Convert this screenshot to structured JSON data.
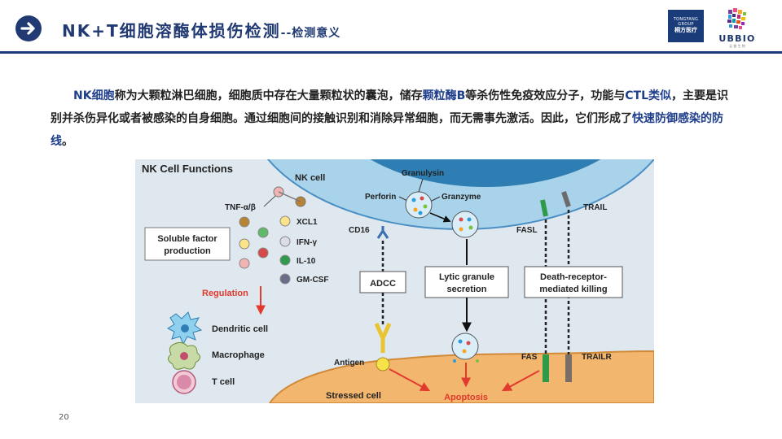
{
  "header": {
    "title": "NK+T细胞溶酶体损伤检测",
    "subtitle": "--检测意义",
    "logo_tongfang": {
      "line1": "TONGFANG",
      "line2": "GROUP",
      "line3": "桐方医疗"
    },
    "logo_ubbio": {
      "word": "UBBIO",
      "small": "云 循 生 物"
    }
  },
  "paragraph": {
    "p1": "NK细胞",
    "p2": "称为大颗粒淋巴细胞，细胞质中存在大量颗粒状的囊泡，储存",
    "p3": "颗粒酶B",
    "p4": "等杀伤性免疫效应分子，功能与",
    "p5": "CTL类似",
    "p6": "，主要是识别并杀伤异化或者被感染的自身细胞。通过细胞间的接触识别和消除异常细胞，而无需事先激活。因此，它们形成了",
    "p7": "快速防御感染的防线",
    "p8": "。"
  },
  "diagram": {
    "title": "NK Cell Functions",
    "nk_cell": "NK cell",
    "granulysin": "Granulysin",
    "perforin": "Perforin",
    "granzyme": "Granzyme",
    "tnf": "TNF-α/β",
    "xcl1": "XCL1",
    "ifn": "IFN-γ",
    "il10": "IL-10",
    "gmcsf": "GM-CSF",
    "soluble1": "Soluble factor",
    "soluble2": "production",
    "regulation": "Regulation",
    "dendritic": "Dendritic cell",
    "macrophage": "Macrophage",
    "tcell": "T cell",
    "cd16": "CD16",
    "adcc": "ADCC",
    "lytic1": "Lytic granule",
    "lytic2": "secretion",
    "death1": "Death-receptor-",
    "death2": "mediated killing",
    "fasl": "FASL",
    "trail": "TRAIL",
    "fas": "FAS",
    "trailr": "TRAILR",
    "antigen": "Antigen",
    "stressed": "Stressed cell",
    "apoptosis": "Apoptosis"
  },
  "page_number": "20",
  "colors": {
    "brand_navy": "#213a73",
    "highlight_blue": "#1e3e8c",
    "nk_cell_blue": "#a9d3ea",
    "stressed_orange": "#f3b66e",
    "apoptosis_red": "#e03b2e"
  }
}
